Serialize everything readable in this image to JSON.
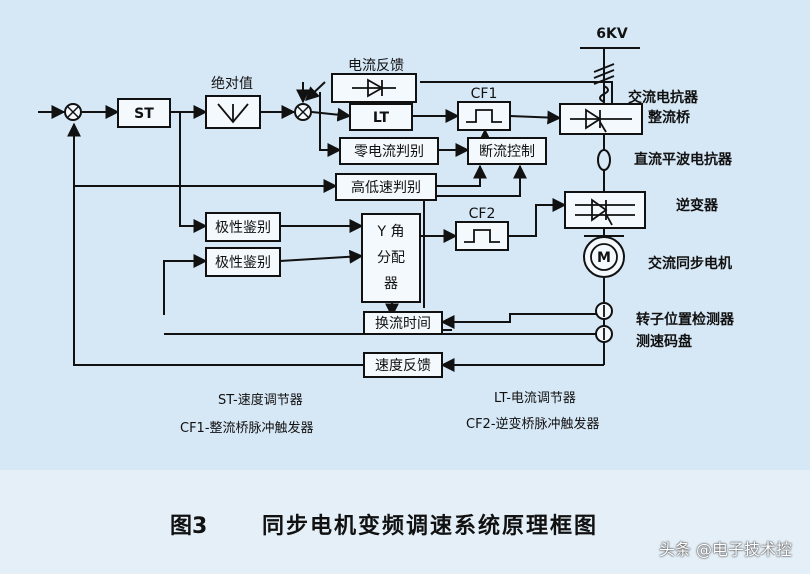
{
  "diagram": {
    "supply": "6KV",
    "blocks": {
      "st": "ST",
      "abs": "绝对值",
      "lt": "LT",
      "current_feedback": "电流反馈",
      "cf1": "CF1",
      "zero_current": "零电流判别",
      "cutoff": "断流控制",
      "speed_judge": "高低速判别",
      "polarity1": "极性鉴别",
      "polarity2": "极性鉴别",
      "gamma1": "Y 角",
      "gamma2": "分配",
      "gamma3": "器",
      "cf2": "CF2",
      "commutation": "换流时间",
      "speed_feedback": "速度反馈"
    },
    "labels": {
      "ac_reactor": "交流电抗器",
      "rectifier": "整流桥",
      "dc_reactor": "直流平波电抗器",
      "inverter": "逆变器",
      "sync_motor": "交流同步电机",
      "rotor_detector": "转子位置检测器",
      "tacho_disk": "测速码盘",
      "motor_symbol": "M"
    },
    "legend": {
      "st": "ST-速度调节器",
      "lt": "LT-电流调节器",
      "cf1": "CF1-整流桥脉冲触发器",
      "cf2": "CF2-逆变桥脉冲触发器"
    }
  },
  "caption": {
    "figure_number": "图3",
    "title": "同步电机变频调速系统原理框图"
  },
  "watermark": "头条 @电子技术控"
}
